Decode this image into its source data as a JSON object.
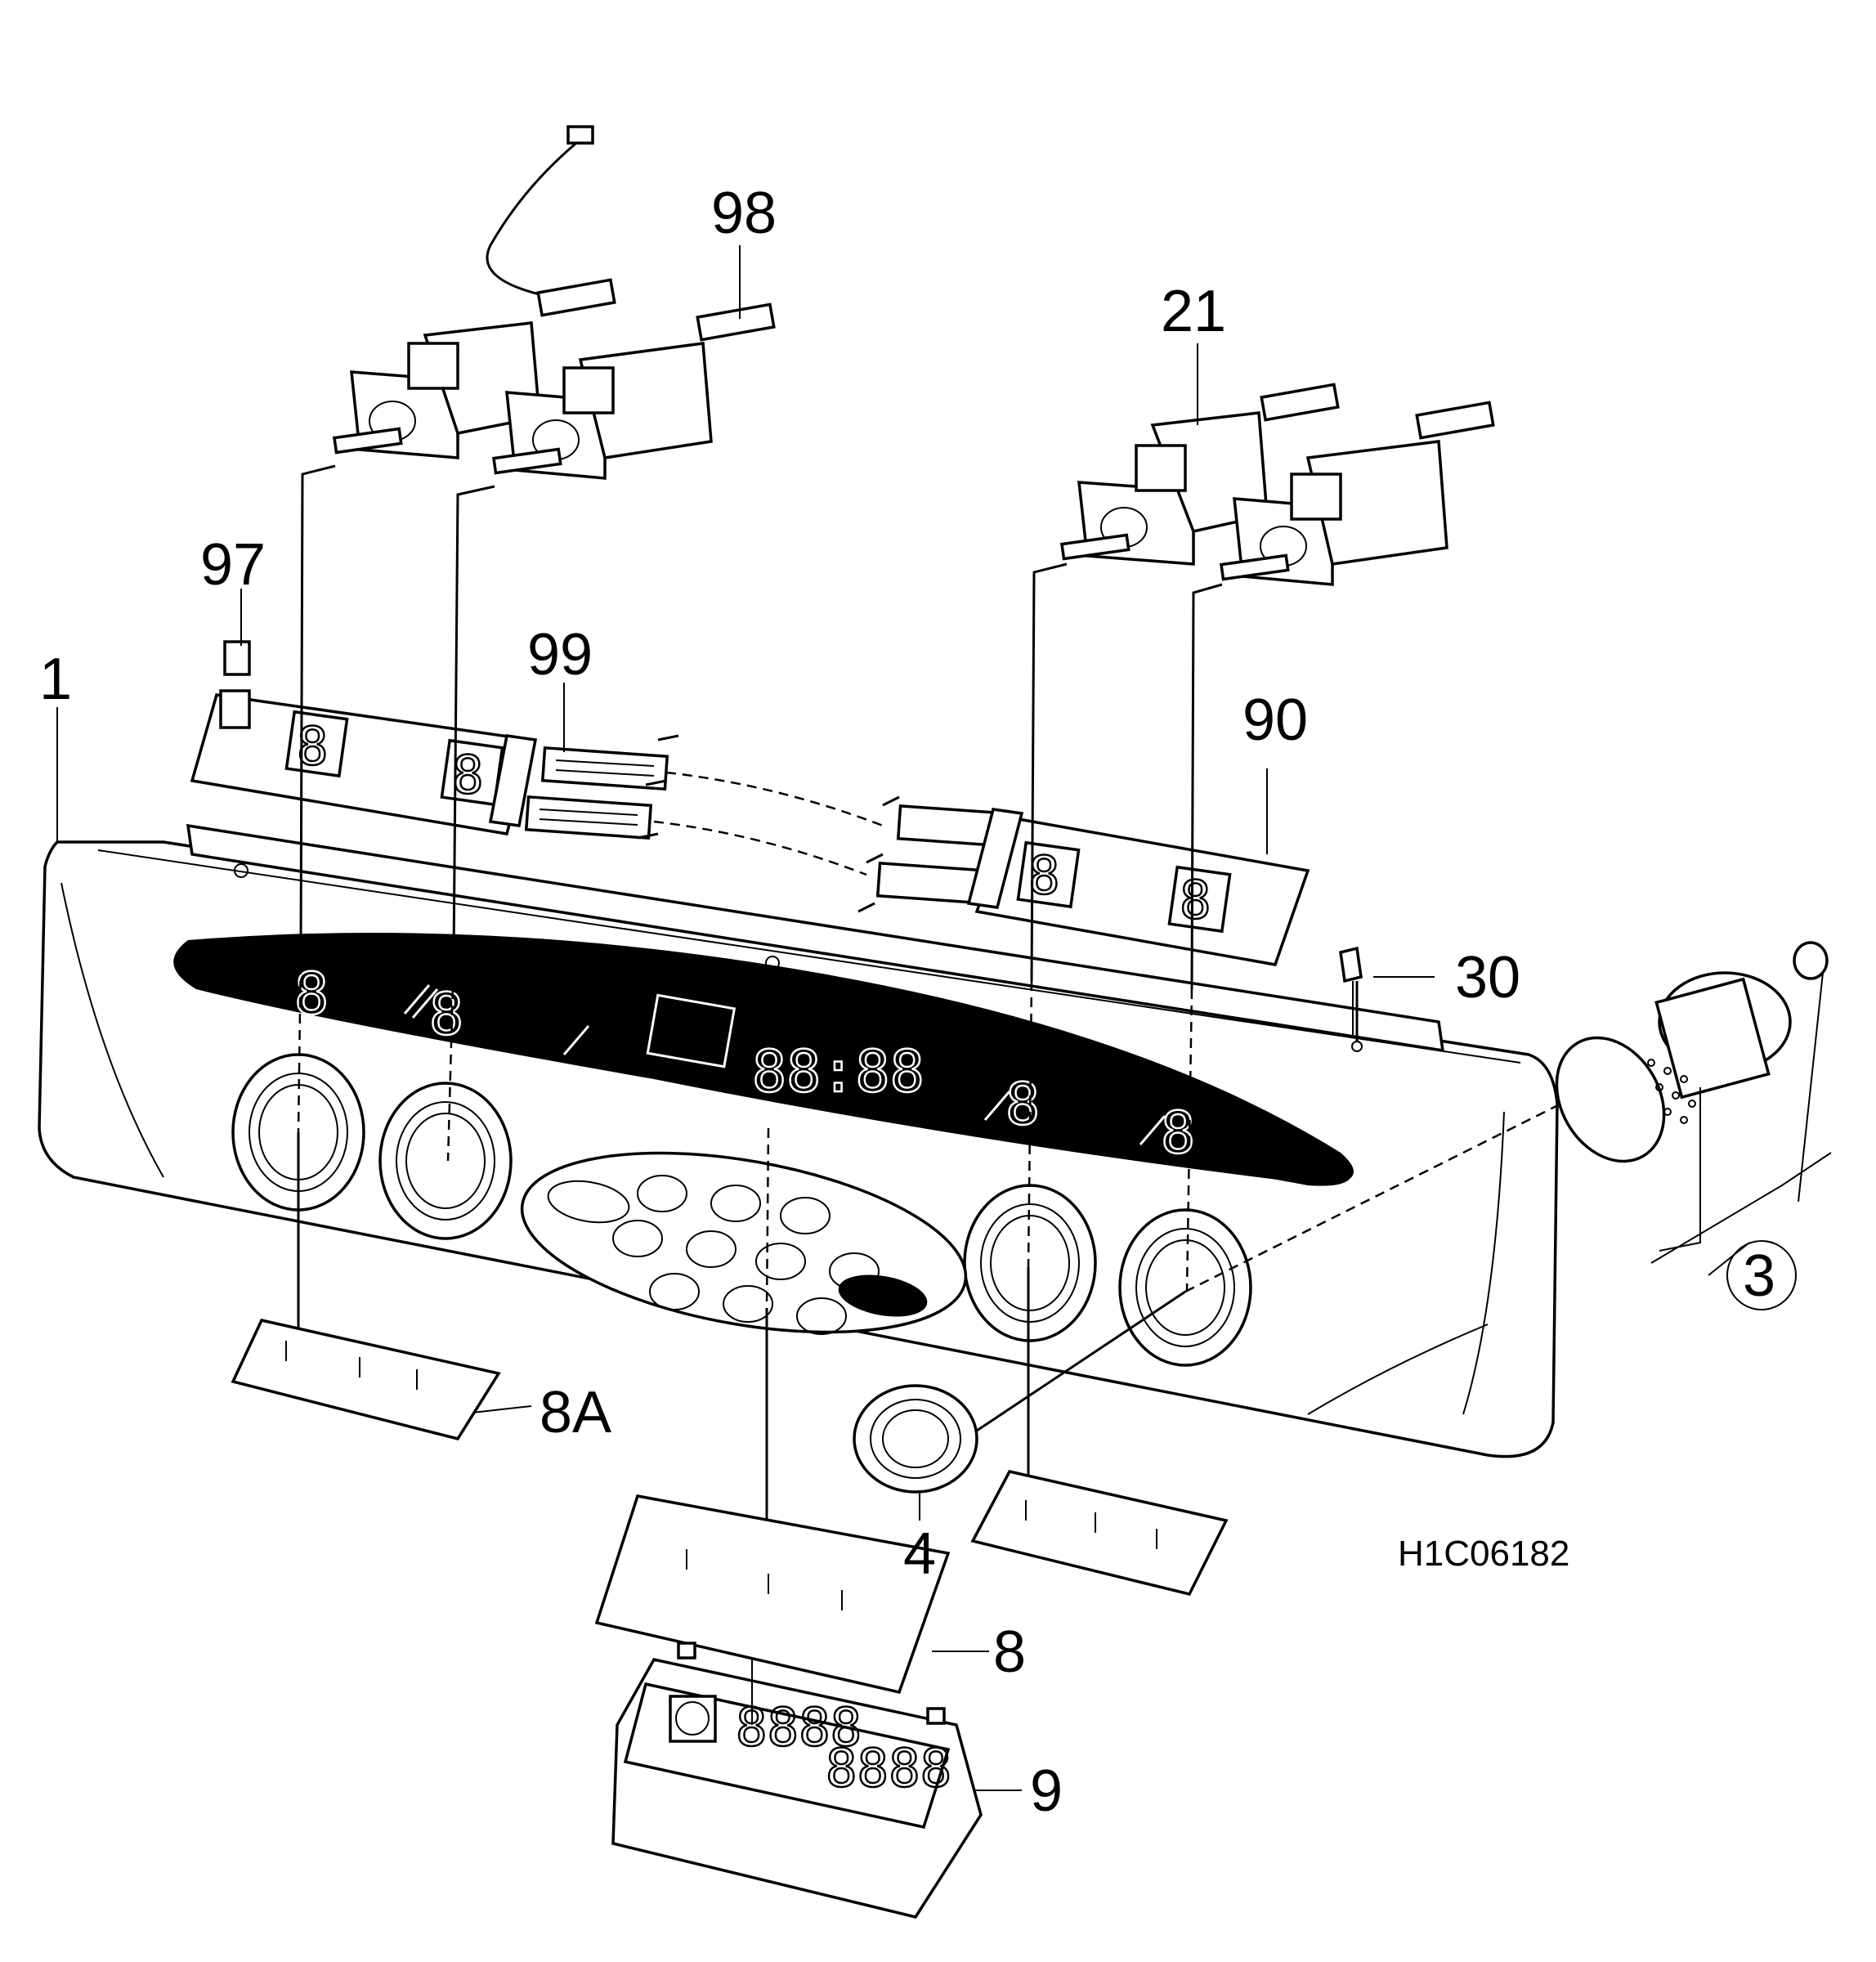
{
  "drawing_code": "H1C06182",
  "callouts": {
    "c1": "1",
    "c3": "3",
    "c4": "4",
    "c8": "8",
    "c8a": "8A",
    "c9": "9",
    "c21": "21",
    "c30": "30",
    "c90": "90",
    "c97": "97",
    "c98": "98",
    "c99": "99"
  },
  "display_glyphs": {
    "digit": "8",
    "clock": "88:88",
    "panel_small": "8888",
    "panel_large": "8888"
  }
}
